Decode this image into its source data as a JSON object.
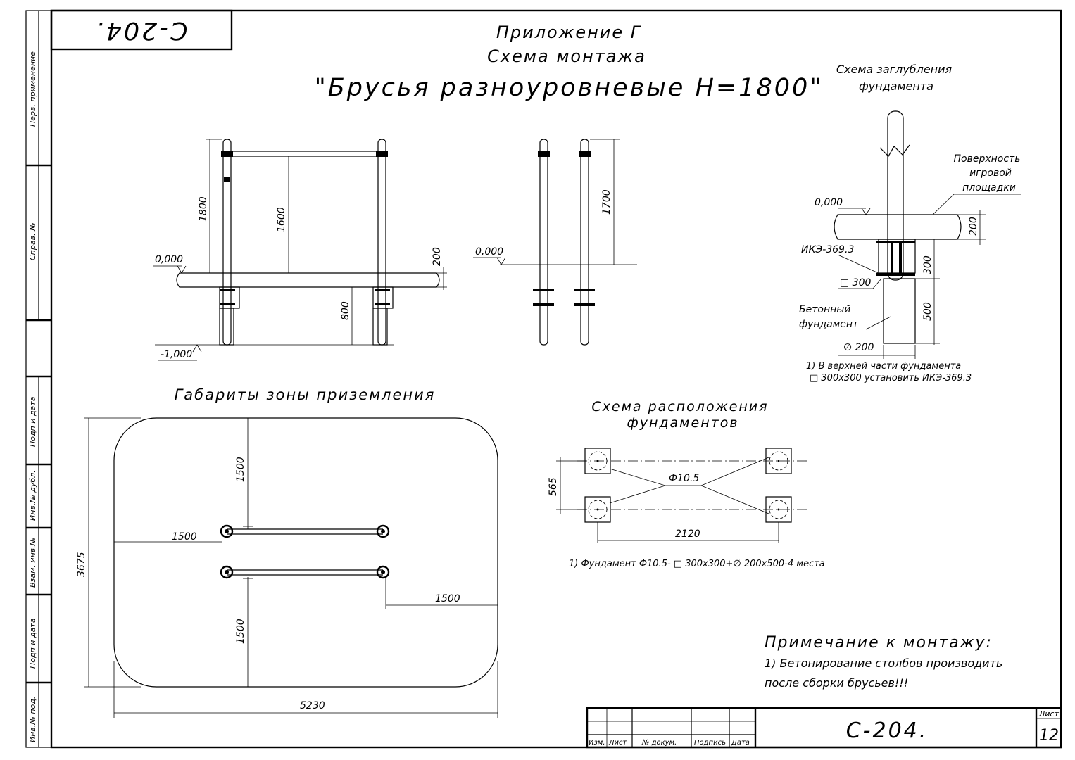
{
  "stamp_top": "С-204.",
  "side_labels": {
    "first_use": "Перв. применение",
    "ref_no": "Справ. №",
    "sign_date_1": "Подп и дата",
    "inv_dup": "Инв.№ дубл.",
    "replace_inv": "Взам. инв.№",
    "sign_date_2": "Подп и дата",
    "inv_orig": "Инв.№ под."
  },
  "header": {
    "appendix": "Приложение Г",
    "scheme": "Схема монтажа",
    "name": "\"Брусья разноуровневые Н=1800\""
  },
  "front_view": {
    "lvl_zero": "0,000",
    "lvl_minus": "-1,000",
    "dim_1800": "1800",
    "dim_1600": "1600",
    "dim_200": "200",
    "dim_800": "800"
  },
  "side_view": {
    "lvl_zero": "0,000",
    "dim_1700": "1700"
  },
  "depth": {
    "title_1": "Схема заглубления",
    "title_2": "фундамента",
    "surface_1": "Поверхность",
    "surface_2": "игровой",
    "surface_3": "площадки",
    "lvl_zero": "0,000",
    "dim_200": "200",
    "ike": "ИКЭ-369.3",
    "dim_300v": "300",
    "square_300": "□ 300",
    "concrete_1": "Бетонный",
    "concrete_2": "фундамент",
    "dim_500": "500",
    "dia_200": "∅ 200",
    "note_1": "1) В верхней части фундамента",
    "note_2": "□ 300х300 установить ИКЭ-369.3"
  },
  "landing": {
    "title": "Габариты зоны приземления",
    "dim_1500_top": "1500",
    "dim_1500_left": "1500",
    "dim_1500_right": "1500",
    "dim_1500_bottom": "1500",
    "dim_3675": "3675",
    "dim_5230": "5230"
  },
  "layout": {
    "title_1": "Схема расположения",
    "title_2": "фундаментов",
    "phi": "Ф10.5",
    "dim_565": "565",
    "dim_2120": "2120",
    "note": "1) Фундамент Ф10.5- □ 300х300+∅ 200х500-4 места"
  },
  "notes": {
    "title": "Примечание к монтажу:",
    "line_1": "1) Бетонирование столбов производить",
    "line_2": "после сборки брусьев!!!"
  },
  "title_block": {
    "izm": "Изм.",
    "list": "Лист",
    "doc": "№ докум.",
    "sign": "Подпись",
    "date": "Дата",
    "code": "С-204.",
    "sheet_label": "Лист",
    "sheet_no": "12"
  }
}
